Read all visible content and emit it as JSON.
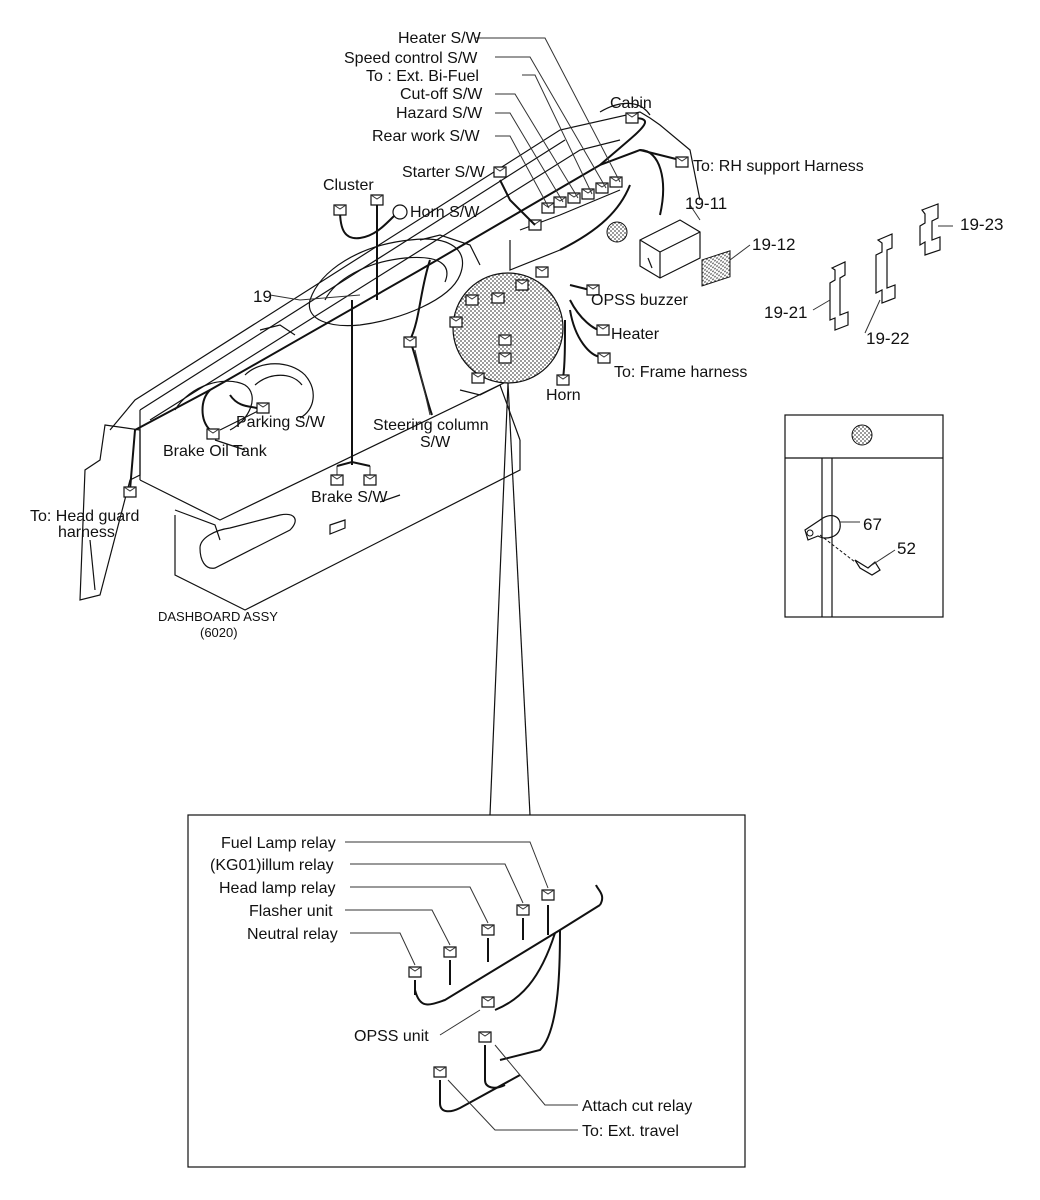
{
  "labels": {
    "heater_sw": "Heater S/W",
    "speed_control_sw": "Speed control S/W",
    "ext_bi_fuel": "To : Ext. Bi-Fuel",
    "cutoff_sw": "Cut-off S/W",
    "hazard_sw": "Hazard S/W",
    "rear_work_sw": "Rear work S/W",
    "starter_sw": "Starter S/W",
    "cabin": "Cabin",
    "rh_support": "To: RH support Harness",
    "cluster": "Cluster",
    "horn_sw": "Horn S/W",
    "opss_buzzer": "OPSS buzzer",
    "heater": "Heater",
    "frame_harness": "To: Frame harness",
    "horn": "Horn",
    "parking_sw": "Parking S/W",
    "brake_oil_tank": "Brake Oil Tank",
    "steering_column_1": "Steering column",
    "steering_column_2": "S/W",
    "brake_sw": "Brake S/W",
    "head_guard_1": "To: Head guard",
    "head_guard_2": "harness",
    "assy_1": "DASHBOARD ASSY",
    "assy_2": "(6020)"
  },
  "part_numbers": {
    "p19": "19",
    "p19_11": "19-11",
    "p19_12": "19-12",
    "p19_21": "19-21",
    "p19_22": "19-22",
    "p19_23": "19-23",
    "p67": "67",
    "p52": "52"
  },
  "detail": {
    "fuel_lamp_relay": "Fuel Lamp relay",
    "illum_relay": "(KG01)illum relay",
    "head_lamp_relay": "Head lamp relay",
    "flasher_unit": "Flasher unit",
    "neutral_relay": "Neutral relay",
    "opss_unit": "OPSS unit",
    "attach_cut_relay": "Attach cut relay",
    "ext_travel": "To: Ext. travel"
  }
}
